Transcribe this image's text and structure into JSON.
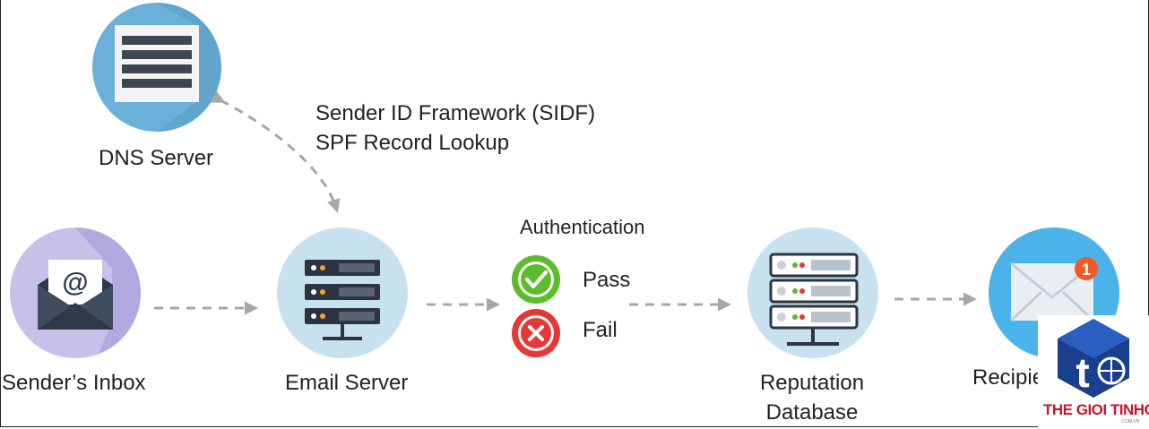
{
  "nodes": {
    "dns": {
      "label": "DNS Server"
    },
    "sender": {
      "label": "Sender’s Inbox"
    },
    "server": {
      "label": "Email Server"
    },
    "reputation": {
      "label_line1": "Reputation",
      "label_line2": "Database"
    },
    "recipient": {
      "label": "Recipient’s Inbox",
      "badge": "1"
    }
  },
  "lookup": {
    "line1": "Sender ID Framework (SIDF)",
    "line2": "SPF Record Lookup"
  },
  "authentication": {
    "title": "Authentication",
    "pass": "Pass",
    "fail": "Fail"
  },
  "envelope_symbol": "@",
  "watermark": {
    "text": "THE GIOI TINHOC",
    "sub": ".COM.VN",
    "logo_letter": "t"
  },
  "colors": {
    "circle": "#c8e1ef",
    "circle_shadow": "#a9cfe3",
    "sender_circle": "#c7c1ea",
    "recipient_circle": "#49b3ea",
    "dark": "#2b3440",
    "arrow": "#a7a7a7",
    "pass": "#5bbd2b",
    "fail": "#e53935",
    "badge": "#f15a24"
  },
  "icons": [
    "list-server-icon",
    "envelope-at-icon",
    "server-rack-icon",
    "check-icon",
    "cross-icon",
    "database-rack-icon",
    "mail-notification-icon"
  ]
}
